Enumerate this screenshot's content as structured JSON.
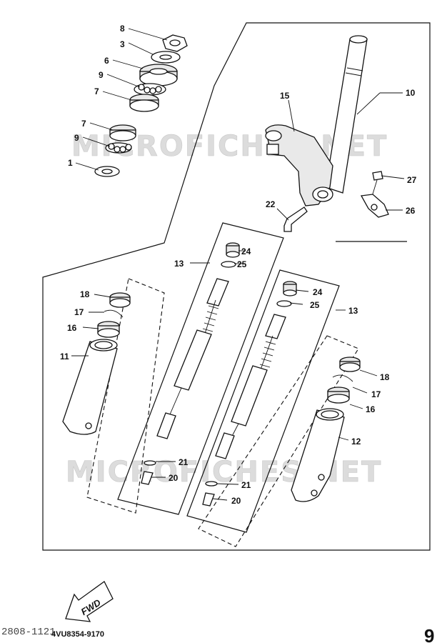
{
  "watermark": "MICROFICHES.NET",
  "diagram_code": "4VU8354-9170",
  "page_ref": "2808-1121",
  "direction_label": "FWD",
  "corner_mark": "9",
  "callouts": [
    {
      "id": "c8",
      "text": "8"
    },
    {
      "id": "c3",
      "text": "3"
    },
    {
      "id": "c6",
      "text": "6"
    },
    {
      "id": "c9a",
      "text": "9"
    },
    {
      "id": "c7a",
      "text": "7"
    },
    {
      "id": "c7b",
      "text": "7"
    },
    {
      "id": "c9b",
      "text": "9"
    },
    {
      "id": "c1",
      "text": "1"
    },
    {
      "id": "c15",
      "text": "15"
    },
    {
      "id": "c10",
      "text": "10"
    },
    {
      "id": "c27",
      "text": "27"
    },
    {
      "id": "c26",
      "text": "26"
    },
    {
      "id": "c22",
      "text": "22"
    },
    {
      "id": "c24a",
      "text": "24"
    },
    {
      "id": "c25a",
      "text": "25"
    },
    {
      "id": "c13a",
      "text": "13"
    },
    {
      "id": "c18a",
      "text": "18"
    },
    {
      "id": "c17a",
      "text": "17"
    },
    {
      "id": "c16a",
      "text": "16"
    },
    {
      "id": "c11",
      "text": "11"
    },
    {
      "id": "c24b",
      "text": "24"
    },
    {
      "id": "c25b",
      "text": "25"
    },
    {
      "id": "c13b",
      "text": "13"
    },
    {
      "id": "c18b",
      "text": "18"
    },
    {
      "id": "c17b",
      "text": "17"
    },
    {
      "id": "c16b",
      "text": "16"
    },
    {
      "id": "c12",
      "text": "12"
    },
    {
      "id": "c21a",
      "text": "21"
    },
    {
      "id": "c20a",
      "text": "20"
    },
    {
      "id": "c21b",
      "text": "21"
    },
    {
      "id": "c20b",
      "text": "20"
    }
  ]
}
